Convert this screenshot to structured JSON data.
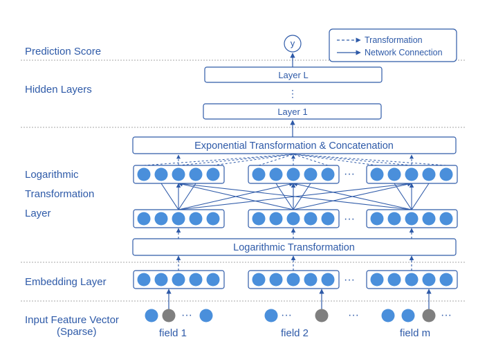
{
  "labels": {
    "prediction_score": "Prediction Score",
    "hidden_layers": "Hidden Layers",
    "log_layer_line1": "Logarithmic",
    "log_layer_line2": "Transformation",
    "log_layer_line3": "Layer",
    "embedding_layer": "Embedding Layer",
    "input_line1": "Input Feature Vector",
    "input_line2": "(Sparse)"
  },
  "boxes": {
    "layer_l": "Layer L",
    "layer_1": "Layer 1",
    "vdots": "⋮",
    "exp_concat": "Exponential Transformation & Concatenation",
    "log_transform": "Logarithmic Transformation"
  },
  "output_node": "y",
  "legend": {
    "transformation": "Transformation",
    "network_connection": "Network Connection"
  },
  "fields": {
    "field_1": "field 1",
    "field_2": "field 2",
    "field_m": "field m"
  },
  "ellipsis": "···",
  "colors": {
    "accent": "#2e5aa8",
    "node_blue": "#4a8fdb",
    "node_gray": "#7f7f7f",
    "divider": "#a6a6a6"
  }
}
